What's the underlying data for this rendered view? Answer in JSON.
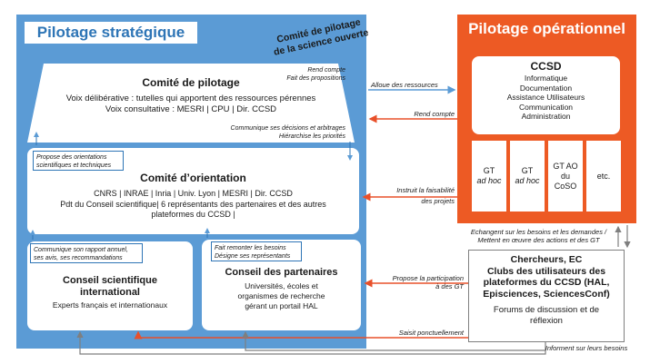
{
  "panels": {
    "strategic_title": "Pilotage stratégique",
    "operational_title": "Pilotage opérationnel",
    "cops_line1": "Comité de pilotage",
    "cops_line2": "de la science ouverte"
  },
  "comite_pilotage": {
    "title": "Comité de pilotage",
    "line1": "Voix délibérative : tutelles qui apportent des ressources pérennes",
    "line2": "Voix consultative : MESRI | CPU | Dir. CCSD",
    "note_line1": "Rend compte",
    "note_line2": "Fait des propositions",
    "bottom_line1": "Communique ses décisions et arbitrages",
    "bottom_line2": "Hiérarchise les priorités"
  },
  "comite_orientation": {
    "note_line1": "Propose des orientations",
    "note_line2": "scientifiques et techniques",
    "title": "Comité d’orientation",
    "line1": "CNRS | INRAE | Inria | Univ. Lyon | MESRI | Dir. CCSD",
    "line2": "Pdt du Conseil scientifique| 6 représentants des partenaires et des autres",
    "line3": "plateformes du CCSD |"
  },
  "conseil_scientifique": {
    "note_line1": "Communique son rapport annuel,",
    "note_line2": "ses avis, ses recommandations",
    "title_line1": "Conseil scientifique",
    "title_line2": "international",
    "line1": "Experts français et internationaux"
  },
  "conseil_partenaires": {
    "note_line1": "Fait remonter les besoins",
    "note_line2": "Désigne ses représentants",
    "title": "Conseil des partenaires",
    "line1": "Universités, écoles et",
    "line2": "organismes de recherche",
    "line3": "gérant un portail HAL"
  },
  "ccsd": {
    "title": "CCSD",
    "items": [
      "Informatique",
      "Documentation",
      "Assistance Utilisateurs",
      "Communication",
      "Administration"
    ]
  },
  "gt": {
    "gt1_line1": "GT",
    "gt1_line2": "ad hoc",
    "gt2_line1": "GT",
    "gt2_line2": "ad hoc",
    "gt3_line1": "GT AO",
    "gt3_line2": "du",
    "gt3_line3": "CoSO",
    "etc": "etc."
  },
  "chercheurs": {
    "line1": "Chercheurs, EC",
    "line2": "Clubs des utilisateurs des",
    "line3": "plateformes du CCSD (HAL,",
    "line4": "Episciences, SciencesConf)",
    "line5": "Forums de discussion et de",
    "line6": "réflexion"
  },
  "arrows": {
    "alloue": "Alloue des ressources",
    "rend_compte": "Rend compte",
    "instruit_line1": "Instruit la faisabilité",
    "instruit_line2": "des projets",
    "echangent_line1": "Echangent sur les besoins et les demandes /",
    "echangent_line2": "Mettent en œuvre des actions et des GT",
    "propose_line1": "Propose la participation",
    "propose_line2": "à des GT",
    "saisit": "Saisit ponctuellement",
    "informent": "Informent sur leurs  besoins"
  },
  "colors": {
    "blue_panel": "#5b9bd5",
    "orange_panel": "#ed5a24",
    "title_blue": "#2e75b6",
    "arrow_blue": "#5b9bd5",
    "arrow_red": "#e8502a",
    "arrow_grey": "#7f7f7f"
  }
}
